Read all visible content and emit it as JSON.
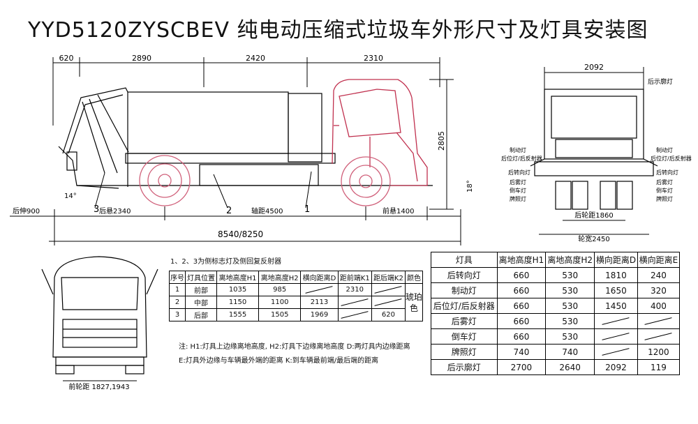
{
  "title": "YYD5120ZYSCBEV 纯电动压缩式垃圾车外形尺寸及灯具安装图",
  "side_view": {
    "dims_top": [
      "620",
      "2890",
      "2420",
      "2310"
    ],
    "height": "2805",
    "angle_rear": "14°",
    "angle_front": "18°",
    "rear_overhang": "后伸900",
    "rear_suspension": "后悬2340",
    "wheelbase": "轴距4500",
    "front_suspension": "前悬1400",
    "overall_length": "8540/8250",
    "markers": [
      "1",
      "2",
      "3"
    ]
  },
  "rear_view": {
    "width": "2092",
    "track": "后轮距1860",
    "outer": "轮宽2450",
    "labels_top": [
      "后示廓灯"
    ],
    "labels_left": [
      "制动灯",
      "后位灯/后反射器",
      "后转向灯",
      "后雾灯",
      "倒车灯",
      "牌照灯"
    ],
    "labels_right": [
      "制动灯",
      "后位灯/后反射器",
      "后转向灯",
      "后雾灯",
      "倒车灯",
      "牌照灯"
    ]
  },
  "front_view": {
    "track": "前轮距 1827,1943"
  },
  "table1": {
    "title": "1、2、3为侧标志灯及侧回复反射器",
    "headers": [
      "序号",
      "灯具位置",
      "离地高度H1",
      "离地高度H2",
      "横向距离D",
      "距前端K1",
      "距后端K2",
      "颜色"
    ],
    "rows": [
      [
        "1",
        "前部",
        "1035",
        "985",
        "",
        "2310",
        ""
      ],
      [
        "2",
        "中部",
        "1150",
        "1100",
        "2113",
        "",
        ""
      ],
      [
        "3",
        "后部",
        "1555",
        "1505",
        "1969",
        "",
        "620"
      ]
    ],
    "color": "琥珀色"
  },
  "notes": [
    "注: H1:灯具上边缘离地高度, H2:灯具下边缘离地高度 D:两灯具内边缘距离",
    "E:灯具外边缘与车辆最外端的距离    K:到车辆最前端/最后端的距离"
  ],
  "table2": {
    "headers": [
      "灯具",
      "离地高度H1",
      "离地高度H2",
      "横向距离D",
      "横向距离E"
    ],
    "rows": [
      [
        "后转向灯",
        "660",
        "530",
        "1810",
        "240"
      ],
      [
        "制动灯",
        "660",
        "530",
        "1650",
        "320"
      ],
      [
        "后位灯/后反射器",
        "660",
        "530",
        "1450",
        "400"
      ],
      [
        "后雾灯",
        "660",
        "530",
        "",
        ""
      ],
      [
        "倒车灯",
        "660",
        "530",
        "",
        ""
      ],
      [
        "牌照灯",
        "740",
        "740",
        "",
        "1200"
      ],
      [
        "后示廓灯",
        "2700",
        "2640",
        "2092",
        "119"
      ]
    ]
  },
  "colors": {
    "line": "#000000",
    "wheel": "#d0607a",
    "accent": "#c0304e"
  }
}
